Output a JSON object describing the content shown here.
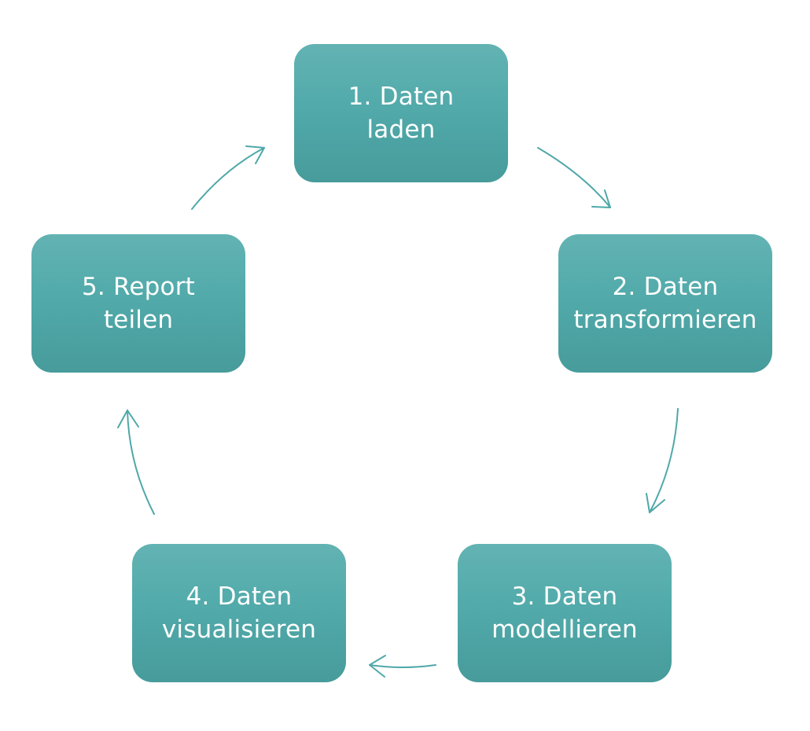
{
  "diagram": {
    "type": "cycle",
    "colors": {
      "box_fill": "#52aaaa",
      "box_text": "#ffffff",
      "arrow": "#4fa8a8",
      "background": "#ffffff"
    },
    "steps": [
      {
        "line1": "1. Daten",
        "line2": "laden"
      },
      {
        "line1": "2. Daten",
        "line2": "transformieren"
      },
      {
        "line1": "3. Daten",
        "line2": "modellieren"
      },
      {
        "line1": "4. Daten",
        "line2": "visualisieren"
      },
      {
        "line1": "5. Report",
        "line2": "teilen"
      }
    ],
    "connections": [
      {
        "from": "1",
        "to": "2"
      },
      {
        "from": "2",
        "to": "3"
      },
      {
        "from": "3",
        "to": "4"
      },
      {
        "from": "4",
        "to": "5"
      },
      {
        "from": "5",
        "to": "1"
      }
    ]
  }
}
